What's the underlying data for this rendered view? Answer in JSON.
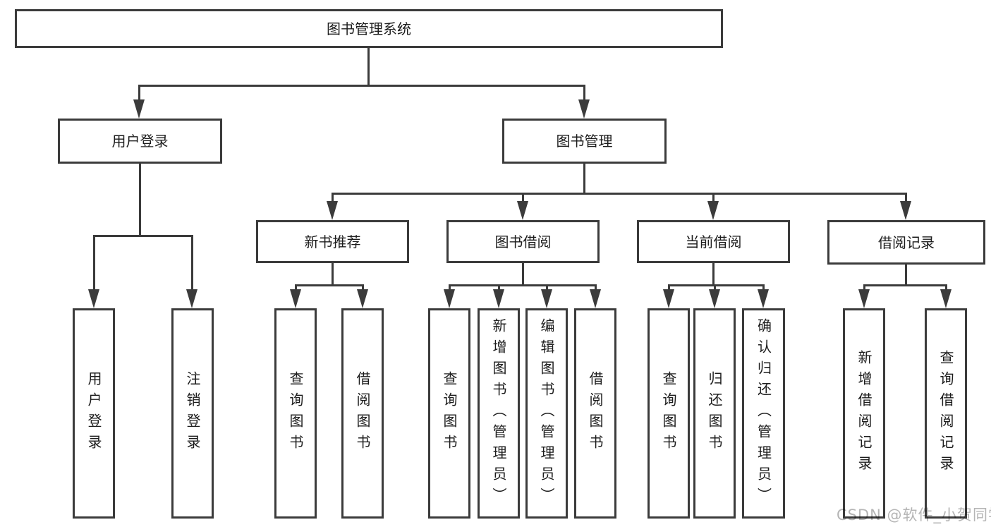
{
  "colors": {
    "line": "#3b3b3b",
    "text": "#1c1c1c",
    "watermark": "#b5b5b5",
    "bg": "#ffffff"
  },
  "diagram": {
    "root": "图书管理系统",
    "level2": [
      {
        "label": "用户登录"
      },
      {
        "label": "图书管理"
      }
    ],
    "level3": [
      {
        "label": "新书推荐"
      },
      {
        "label": "图书借阅"
      },
      {
        "label": "当前借阅"
      },
      {
        "label": "借阅记录"
      }
    ],
    "leaves": {
      "user_login": [
        "用户登录",
        "注销登录"
      ],
      "new_book": [
        "查询图书",
        "借阅图书"
      ],
      "book_borrow": [
        "查询图书",
        "新增图书（管理员）",
        "编辑图书（管理员）",
        "借阅图书"
      ],
      "current_borrow": [
        "查询图书",
        "归还图书",
        "确认归还（管理员）"
      ],
      "borrow_record": [
        "新增借阅记录",
        "查询借阅记录"
      ]
    }
  },
  "watermark": {
    "text": "CSDN @软件_小贺同学"
  }
}
